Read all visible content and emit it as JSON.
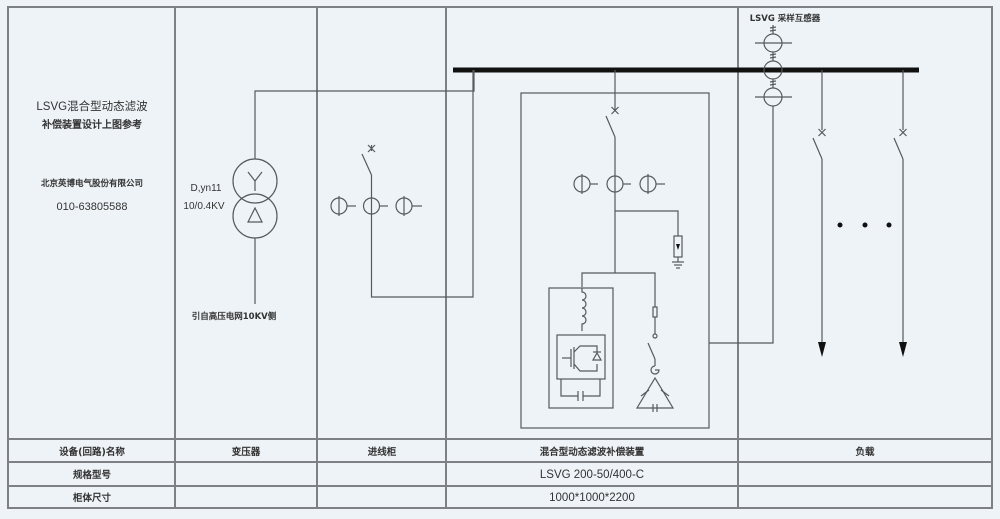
{
  "title_block": {
    "line1": "LSVG混合型动态滤波",
    "line2": "补偿装置设计上图参考",
    "company": "北京英博电气股份有限公司",
    "phone": "010-63805588"
  },
  "transformer": {
    "vector_group": "D,yn11",
    "voltage": "10/0.4KV",
    "source_note": "引自高压电网10KV侧"
  },
  "ct_label": "LSVG 采样互感器",
  "table": {
    "row_headers": [
      "设备(回路)名称",
      "规格型号",
      "柜体尺寸"
    ],
    "columns": [
      {
        "name": "变压器",
        "model": "",
        "size": ""
      },
      {
        "name": "进线柜",
        "model": "",
        "size": ""
      },
      {
        "name": "混合型动态滤波补偿装置",
        "model": "LSVG 200-50/400-C",
        "size": "1000*1000*2200"
      },
      {
        "name": "负载",
        "model": "",
        "size": ""
      }
    ]
  },
  "load_ellipsis": "• • •"
}
